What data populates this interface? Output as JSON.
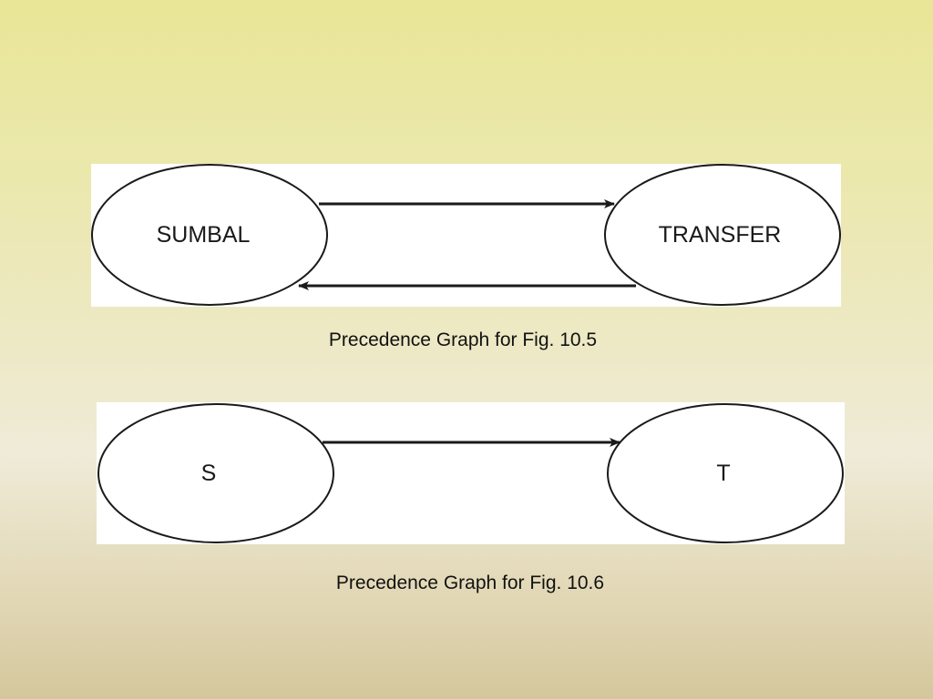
{
  "colors": {
    "background_top": "#e9e697",
    "background_bottom": "#d4c79c",
    "panel": "#ffffff",
    "ink": "#1a1a1a"
  },
  "diagrams": [
    {
      "caption": "Precedence Graph for Fig. 10.5",
      "nodes": [
        {
          "id": "sumbal",
          "label": "SUMBAL"
        },
        {
          "id": "transfer",
          "label": "TRANSFER"
        }
      ],
      "edges": [
        {
          "from": "sumbal",
          "to": "transfer"
        },
        {
          "from": "transfer",
          "to": "sumbal"
        }
      ]
    },
    {
      "caption": "Precedence Graph for Fig. 10.6",
      "nodes": [
        {
          "id": "s",
          "label": "S"
        },
        {
          "id": "t",
          "label": "T"
        }
      ],
      "edges": [
        {
          "from": "s",
          "to": "t"
        }
      ]
    }
  ]
}
